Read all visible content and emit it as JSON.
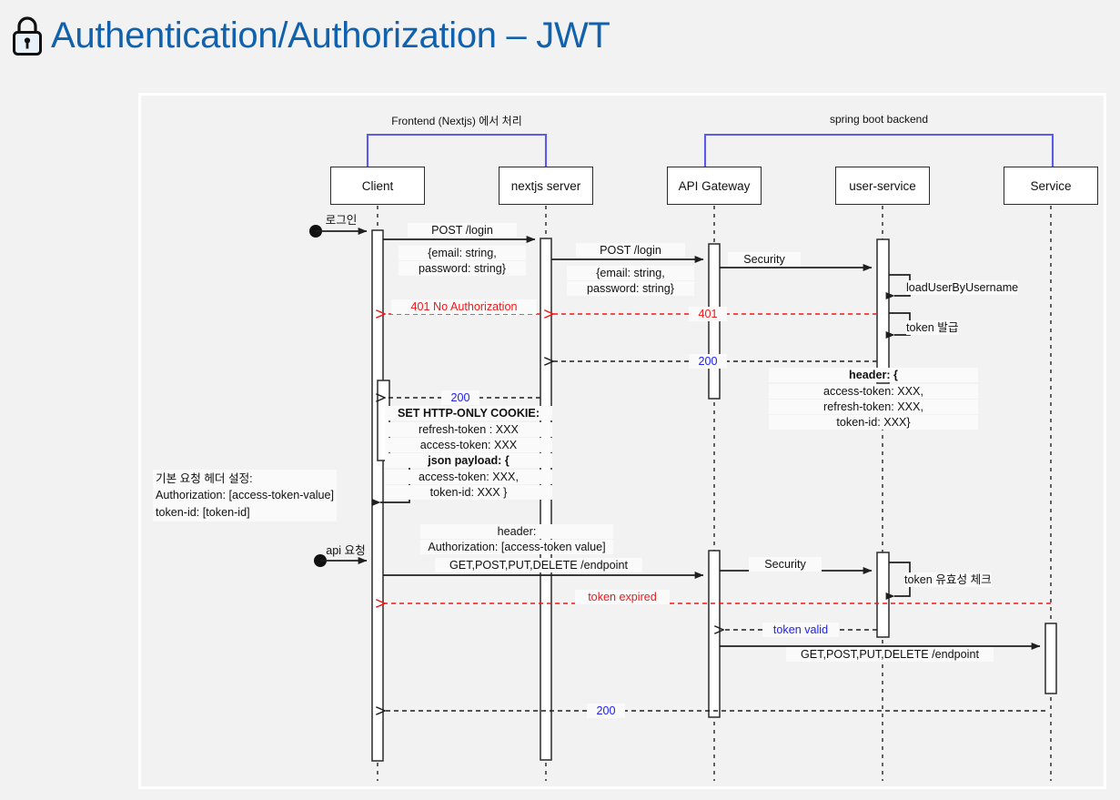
{
  "title": {
    "text": "Authentication/Authorization – JWT",
    "icon": "lock-icon",
    "color": "#1161ad"
  },
  "colors": {
    "background": "#f2f2f2",
    "frame": "#ffffff",
    "participant_border": "#2b2b2b",
    "group_bracket": "#5b5bea",
    "error": "#f41616",
    "success": "#2020ee",
    "line": "#1f1f1f"
  },
  "groups": [
    {
      "id": "frontend",
      "label": "Frontend (Nextjs) 에서 처리"
    },
    {
      "id": "backend",
      "label": "spring boot backend"
    }
  ],
  "participants": [
    {
      "id": "client",
      "label": "Client"
    },
    {
      "id": "nextjs",
      "label": "nextjs server"
    },
    {
      "id": "gateway",
      "label": "API Gateway"
    },
    {
      "id": "userservice",
      "label": "user-service"
    },
    {
      "id": "service",
      "label": "Service"
    }
  ],
  "messages": {
    "login_actor": "로그인",
    "post_login_1": "POST /login",
    "body_1_line1": "{email: string,",
    "body_1_line2": "password: string}",
    "post_login_2": "POST /login",
    "body_2_line1": "{email: string,",
    "body_2_line2": "password: string}",
    "security_1": "Security",
    "load_user": "loadUserByUsername",
    "token_issue": "token 발급",
    "err_401_full": "401 No Authorization",
    "err_401_short": "401",
    "ok_200_a": "200",
    "ok_200_b": "200",
    "ok_200_c": "200",
    "header_block_l1": "header: {",
    "header_block_l2": "access-token: XXX,",
    "header_block_l3": "refresh-token: XXX,",
    "header_block_l4": "token-id: XXX}",
    "cookie_l1": "SET HTTP-ONLY COOKIE:",
    "cookie_l2": "refresh-token : XXX",
    "cookie_l3": "access-token: XXX",
    "cookie_l4": "json payload: {",
    "cookie_l5": "access-token: XXX,",
    "cookie_l6": "token-id: XXX }",
    "note_default_l1": "기본 요청 헤더 설정:",
    "note_default_l2": "Authorization:  [access-token-value]",
    "note_default_l3": "token-id: [token-id]",
    "api_actor": "api 요청",
    "req_header_l1": "header:",
    "req_header_l2": "Authorization: [access-token value]",
    "verbs_1": "GET,POST,PUT,DELETE /endpoint",
    "security_2": "Security",
    "token_check": "token 유효성 체크",
    "token_expired": "token expired",
    "token_valid": "token valid",
    "verbs_2": "GET,POST,PUT,DELETE /endpoint"
  }
}
